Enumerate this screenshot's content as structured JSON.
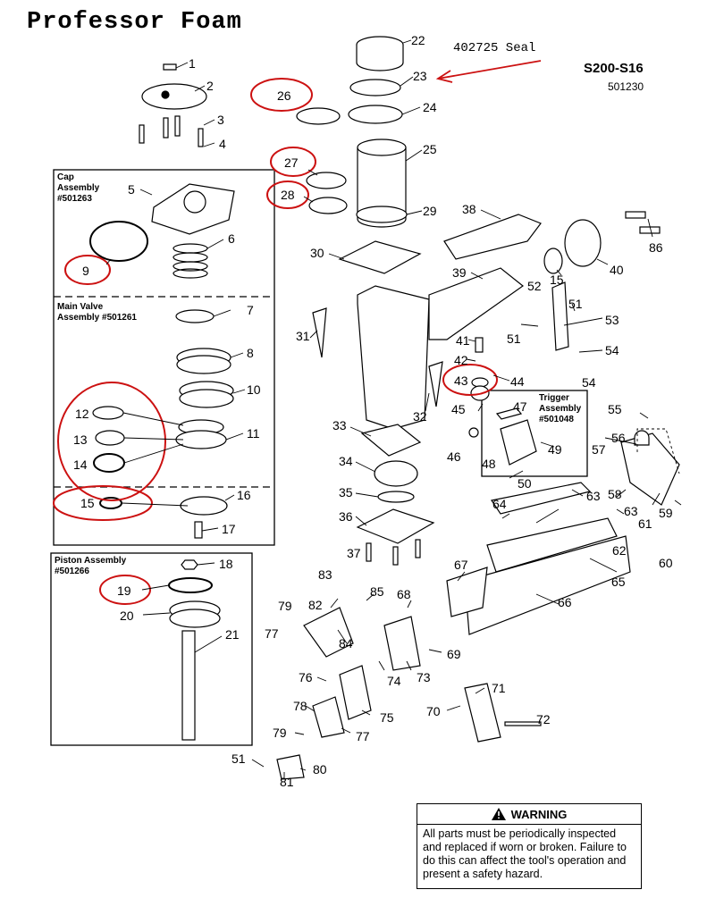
{
  "title": "Professor Foam",
  "seal_note": "402725 Seal",
  "model": "S200-S16",
  "model_number": "501230",
  "boxes": {
    "cap": "Cap\nAssembly\n#501263",
    "main_valve": "Main Valve\nAssembly #501261",
    "piston": "Piston Assembly\n#501266",
    "trigger": "Trigger\nAssembly\n#501048"
  },
  "warning": {
    "heading": "WARNING",
    "body": "All parts must be periodically inspected and replaced if worn or broken. Failure to do this can affect the tool's operation and present a safety hazard."
  },
  "callouts": [
    "1",
    "2",
    "3",
    "4",
    "5",
    "6",
    "7",
    "8",
    "9",
    "10",
    "11",
    "12",
    "13",
    "14",
    "15",
    "15",
    "16",
    "17",
    "18",
    "19",
    "20",
    "21",
    "22",
    "23",
    "24",
    "25",
    "26",
    "27",
    "28",
    "29",
    "30",
    "31",
    "32",
    "33",
    "34",
    "35",
    "36",
    "37",
    "38",
    "39",
    "40",
    "41",
    "42",
    "43",
    "44",
    "45",
    "46",
    "47",
    "48",
    "49",
    "50",
    "51",
    "51",
    "51",
    "52",
    "53",
    "54",
    "54",
    "55",
    "56",
    "57",
    "58",
    "59",
    "60",
    "61",
    "62",
    "63",
    "63",
    "64",
    "65",
    "66",
    "67",
    "68",
    "69",
    "70",
    "71",
    "72",
    "73",
    "74",
    "75",
    "76",
    "77",
    "77",
    "78",
    "79",
    "79",
    "80",
    "81",
    "82",
    "83",
    "84",
    "85",
    "86"
  ],
  "highlighted": [
    "26",
    "27",
    "28",
    "9",
    "12",
    "13",
    "14",
    "15",
    "19",
    "43"
  ],
  "colors": {
    "highlight": "#cc1111",
    "arrow": "#cc1111",
    "line": "#000000"
  }
}
